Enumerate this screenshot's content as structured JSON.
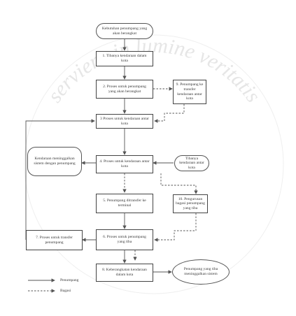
{
  "watermark": {
    "text": "serviens in lumine veritatis",
    "color": "#e6e6e6"
  },
  "nodes": {
    "start": "Kebutuhan penumpang yang akan berangkat",
    "n1": "1. Tibanya kendaraan dalam kota",
    "n2": "2. Proses untuk penumpang yang akan berangkat",
    "n9": "9. Penumpang ke transfer kendaraan antar kota",
    "n3": "3 Proses untuk kendaraan antar kota",
    "leave": "Kendaraan meninggalkan sistem dengan penumpang",
    "n4": "4. Proses untuk kendaraan antar kota",
    "arrive": "Tibanya kendaraan antar kota",
    "n5": "5. Penumpang ditransfer ke terminal",
    "n10": "10. Pengurusan bagasi penumpang yang tiba",
    "n7": "7. Proses untuk transfer penumpang",
    "n6": "6. Proses untuk penumpang yang tiba",
    "n8": "8. Keberangkatan kendaraan dalam kota",
    "end": "Penumpang yang tiba meninggalkan sistem"
  },
  "legend": {
    "passenger": "Penumpang",
    "baggage": "Bagasi"
  },
  "colors": {
    "line": "#555555",
    "text": "#3a3a3a"
  }
}
